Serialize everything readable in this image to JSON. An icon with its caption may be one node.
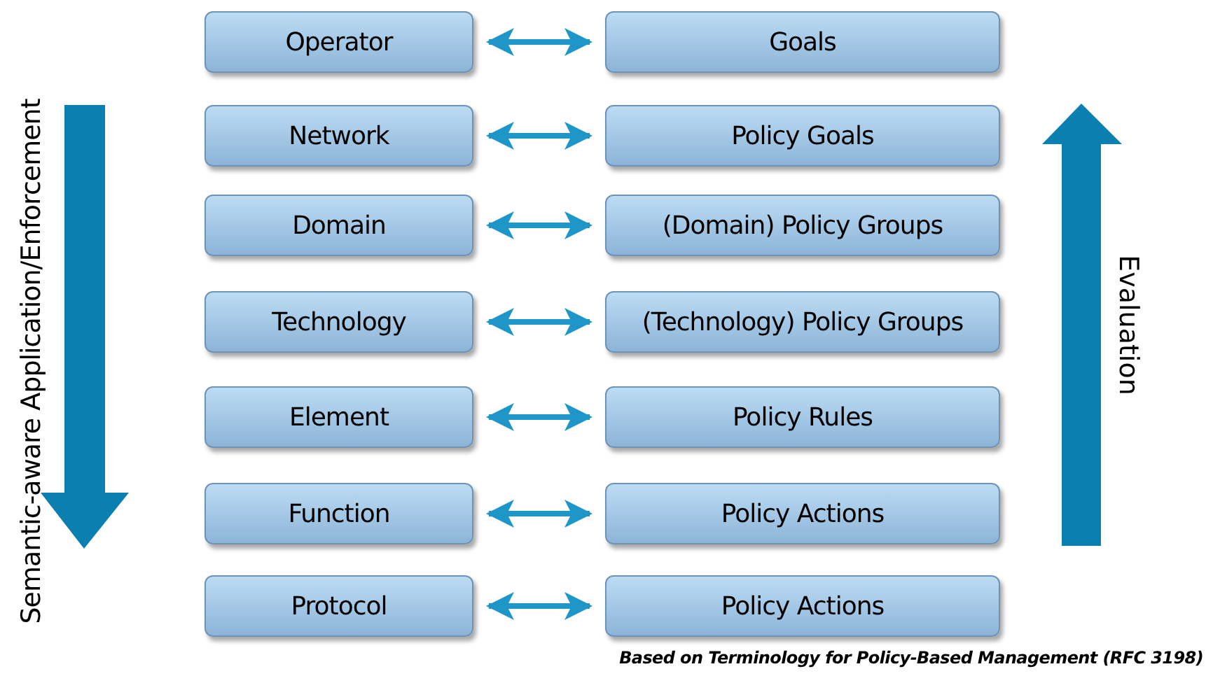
{
  "diagram": {
    "caption": "Based on Terminology for Policy-Based Management (RFC 3198)",
    "nodes": [
      {
        "text": [
          "Operator"
        ]
      },
      {
        "text": [
          "Goals"
        ]
      },
      {
        "text": [
          "Network"
        ]
      },
      {
        "text": [
          "Policy Goals"
        ]
      },
      {
        "text": [
          "Domain"
        ]
      },
      {
        "text": [
          "(Domain) Policy Groups"
        ]
      },
      {
        "text": [
          "Technology"
        ]
      },
      {
        "text": [
          "(Technology) Policy Groups"
        ]
      },
      {
        "text": [
          "Element"
        ]
      },
      {
        "text": [
          "Policy Rules"
        ]
      },
      {
        "text": [
          "Function"
        ]
      },
      {
        "text": [
          "Policy Actions"
        ]
      },
      {
        "text": [
          "Protocol"
        ]
      },
      {
        "text": [
          "Policy Actions"
        ]
      }
    ],
    "edges": [
      {
        "from": 0,
        "to": 1,
        "arrow": "both"
      },
      {
        "from": 2,
        "to": 3,
        "arrow": "both"
      },
      {
        "from": 4,
        "to": 5,
        "arrow": "both"
      },
      {
        "from": 6,
        "to": 7,
        "arrow": "both"
      },
      {
        "from": 8,
        "to": 9,
        "arrow": "both"
      },
      {
        "from": 10,
        "to": 11,
        "arrow": "both"
      },
      {
        "from": 12,
        "to": 13,
        "arrow": "both"
      }
    ],
    "labels": [
      "Semantic-aware Application/Enforcement",
      "Evaluation"
    ]
  }
}
